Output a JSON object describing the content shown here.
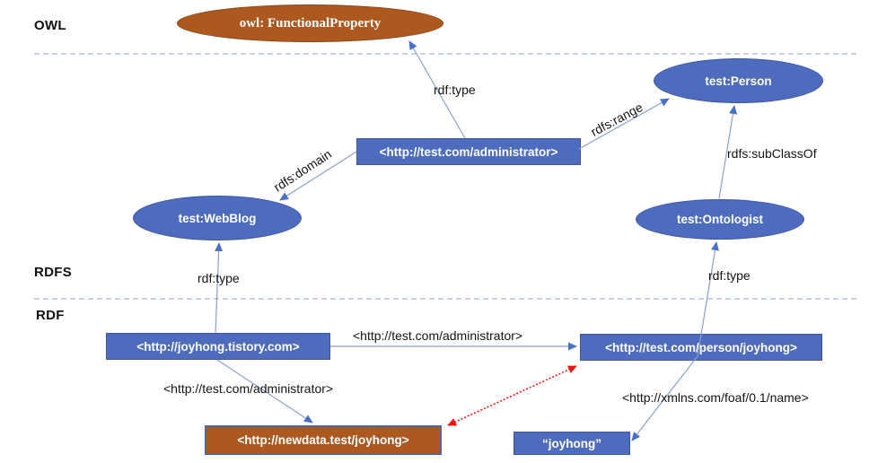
{
  "sections": {
    "owl": "OWL",
    "rdfs": "RDFS",
    "rdf": "RDF"
  },
  "nodes": {
    "functional_property": {
      "label": "owl: FunctionalProperty",
      "type": "owl-class",
      "shape": "ellipse",
      "color": "#AD581E"
    },
    "person": {
      "label": "test:Person",
      "type": "class",
      "shape": "ellipse",
      "color": "#4D6CBE"
    },
    "webblog": {
      "label": "test:WebBlog",
      "type": "class",
      "shape": "ellipse",
      "color": "#4D6CBE"
    },
    "ontologist": {
      "label": "test:Ontologist",
      "type": "class",
      "shape": "ellipse",
      "color": "#4D6CBE"
    },
    "administrator": {
      "label": "<http://test.com/administrator>",
      "shape": "rect",
      "color": "#4D6CBE"
    },
    "tistory": {
      "label": "<http://joyhong.tistory.com>",
      "shape": "rect",
      "color": "#4D6CBE"
    },
    "person_joyhong": {
      "label": "<http://test.com/person/joyhong>",
      "shape": "rect",
      "color": "#4D6CBE"
    },
    "newdata": {
      "label": "<http://newdata.test/joyhong>",
      "shape": "rect",
      "color": "#AD581E"
    },
    "joyhong_literal": {
      "label": "“joyhong”",
      "shape": "rect",
      "color": "#4D6CBE"
    }
  },
  "edge_labels": {
    "rdf_type_top": "rdf:type",
    "rdfs_range": "rdfs:range",
    "rdfs_domain": "rdfs:domain",
    "rdfs_subclassof": "rdfs:subClassOf",
    "rdf_type_left": "rdf:type",
    "rdf_type_right": "rdf:type",
    "administrator_mid": "<http://test.com/administrator>",
    "administrator_low": "<http://test.com/administrator>",
    "foaf_name": "<http://xmlns.com/foaf/0.1/name>"
  },
  "colors": {
    "node_blue": "#4D6CBE",
    "node_orange": "#AD581E",
    "edge_line": "#8A9FD4",
    "arrow_fill": "#4A71C6",
    "red_arrow": "#F01010",
    "separator": "#A3B7E0",
    "label_text": "#141414"
  }
}
